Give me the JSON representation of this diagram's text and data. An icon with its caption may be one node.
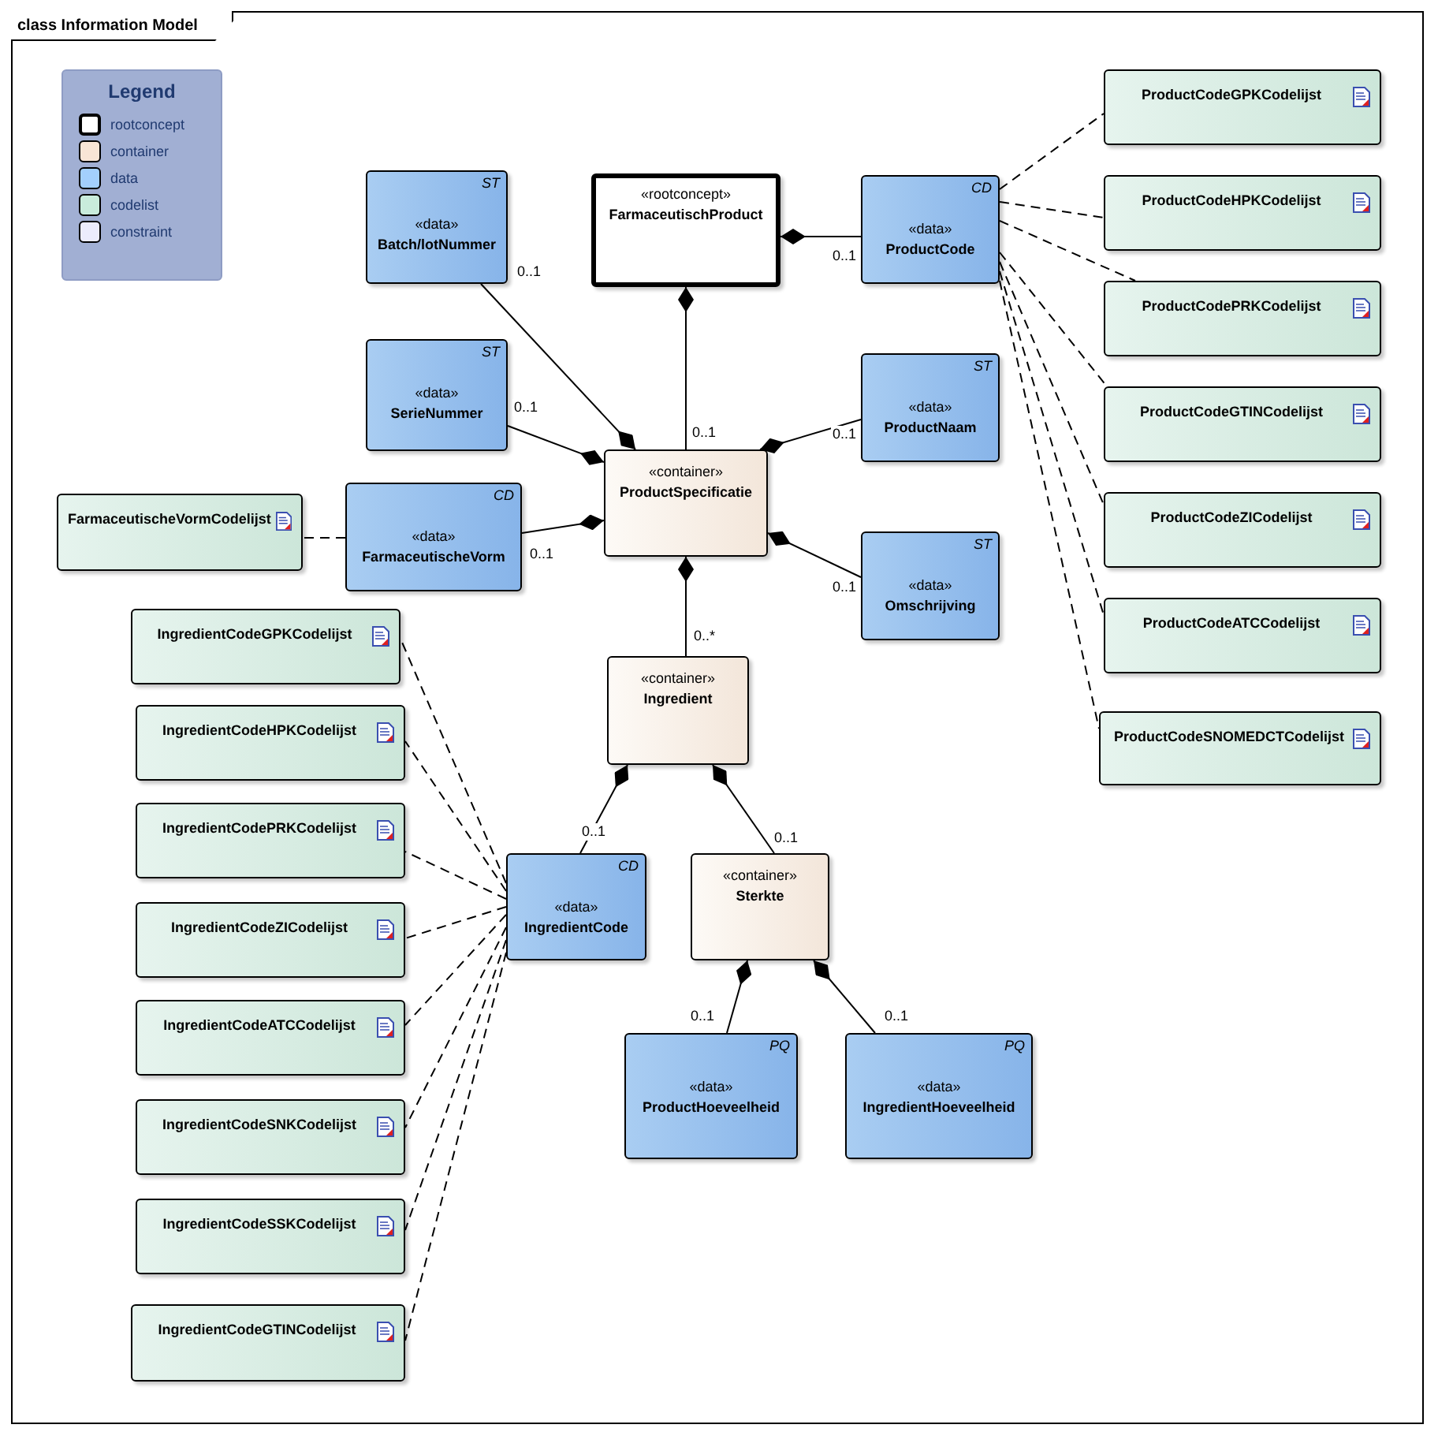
{
  "diagram": {
    "title": "class Information Model",
    "nodes": [
      {
        "text": [
          "ST",
          "«data»",
          "Batch/lotNummer"
        ]
      },
      {
        "text": [
          "«rootconcept»",
          "FarmaceutischProduct"
        ]
      },
      {
        "text": [
          "CD",
          "«data»",
          "ProductCode"
        ]
      },
      {
        "text": [
          "ProductCodeGPKCodelijst"
        ]
      },
      {
        "text": [
          "ProductCodeHPKCodelijst"
        ]
      },
      {
        "text": [
          "ProductCodePRKCodelijst"
        ]
      },
      {
        "text": [
          "ST",
          "«data»",
          "SerieNummer"
        ]
      },
      {
        "text": [
          "ST",
          "«data»",
          "ProductNaam"
        ]
      },
      {
        "text": [
          "ProductCodeGTINCodelijst"
        ]
      },
      {
        "text": [
          "FarmaceutischeVormCodelijst"
        ]
      },
      {
        "text": [
          "CD",
          "«data»",
          "FarmaceutischeVorm"
        ]
      },
      {
        "text": [
          "«container»",
          "ProductSpecificatie"
        ]
      },
      {
        "text": [
          "ProductCodeZICodelijst"
        ]
      },
      {
        "text": [
          "ST",
          "«data»",
          "Omschrijving"
        ]
      },
      {
        "text": [
          "ProductCodeATCCodelijst"
        ]
      },
      {
        "text": [
          "IngredientCodeGPKCodelijst"
        ]
      },
      {
        "text": [
          "«container»",
          "Ingredient"
        ]
      },
      {
        "text": [
          "ProductCodeSNOMEDCTCodelijst"
        ]
      },
      {
        "text": [
          "IngredientCodeHPKCodelijst"
        ]
      },
      {
        "text": [
          "IngredientCodePRKCodelijst"
        ]
      },
      {
        "text": [
          "CD",
          "«data»",
          "IngredientCode"
        ]
      },
      {
        "text": [
          "«container»",
          "Sterkte"
        ]
      },
      {
        "text": [
          "IngredientCodeZICodelijst"
        ]
      },
      {
        "text": [
          "IngredientCodeATCCodelijst"
        ]
      },
      {
        "text": [
          "PQ",
          "«data»",
          "ProductHoeveelheid"
        ]
      },
      {
        "text": [
          "PQ",
          "«data»",
          "IngredientHoeveelheid"
        ]
      },
      {
        "text": [
          "IngredientCodeSNKCodelijst"
        ]
      },
      {
        "text": [
          "IngredientCodeSSKCodelijst"
        ]
      },
      {
        "text": [
          "IngredientCodeGTINCodelijst"
        ]
      }
    ],
    "edges": [
      {
        "from": 1,
        "to": 2,
        "arrow": "other",
        "label": "0..1"
      },
      {
        "from": 1,
        "to": 11,
        "arrow": "other",
        "label": "0..1"
      },
      {
        "from": 11,
        "to": 0,
        "arrow": "other",
        "label": "0..1"
      },
      {
        "from": 11,
        "to": 6,
        "arrow": "other",
        "label": "0..1"
      },
      {
        "from": 11,
        "to": 7,
        "arrow": "other",
        "label": "0..1"
      },
      {
        "from": 11,
        "to": 10,
        "arrow": "other",
        "label": "0..1"
      },
      {
        "from": 11,
        "to": 13,
        "arrow": "other",
        "label": "0..1"
      },
      {
        "from": 11,
        "to": 16,
        "arrow": "other",
        "label": "0..*"
      },
      {
        "from": 16,
        "to": 20,
        "arrow": "other",
        "label": "0..1"
      },
      {
        "from": 16,
        "to": 21,
        "arrow": "other",
        "label": "0..1"
      },
      {
        "from": 21,
        "to": 24,
        "arrow": "other",
        "label": "0..1"
      },
      {
        "from": 21,
        "to": 25,
        "arrow": "other",
        "label": "0..1"
      },
      {
        "from": 2,
        "to": 3,
        "arrow": "none",
        "style": "dashed"
      },
      {
        "from": 2,
        "to": 4,
        "arrow": "none",
        "style": "dashed"
      },
      {
        "from": 2,
        "to": 5,
        "arrow": "none",
        "style": "dashed"
      },
      {
        "from": 2,
        "to": 8,
        "arrow": "none",
        "style": "dashed"
      },
      {
        "from": 2,
        "to": 12,
        "arrow": "none",
        "style": "dashed"
      },
      {
        "from": 2,
        "to": 14,
        "arrow": "none",
        "style": "dashed"
      },
      {
        "from": 2,
        "to": 17,
        "arrow": "none",
        "style": "dashed"
      },
      {
        "from": 10,
        "to": 9,
        "arrow": "none",
        "style": "dashed"
      },
      {
        "from": 20,
        "to": 15,
        "arrow": "none",
        "style": "dashed"
      },
      {
        "from": 20,
        "to": 18,
        "arrow": "none",
        "style": "dashed"
      },
      {
        "from": 20,
        "to": 19,
        "arrow": "none",
        "style": "dashed"
      },
      {
        "from": 20,
        "to": 22,
        "arrow": "none",
        "style": "dashed"
      },
      {
        "from": 20,
        "to": 23,
        "arrow": "none",
        "style": "dashed"
      },
      {
        "from": 20,
        "to": 26,
        "arrow": "none",
        "style": "dashed"
      },
      {
        "from": 20,
        "to": 27,
        "arrow": "none",
        "style": "dashed"
      },
      {
        "from": 20,
        "to": 28,
        "arrow": "none",
        "style": "dashed"
      }
    ],
    "labels": [
      "Legend"
    ],
    "legend": [
      {
        "text": "rootconcept",
        "color": "#ffffff"
      },
      {
        "text": "container",
        "color": "#f8e5d6"
      },
      {
        "text": "data",
        "color": "#a3cffd"
      },
      {
        "text": "codelist",
        "color": "#c9ecdc"
      },
      {
        "text": "constraint",
        "color": "#ececfc"
      }
    ]
  }
}
